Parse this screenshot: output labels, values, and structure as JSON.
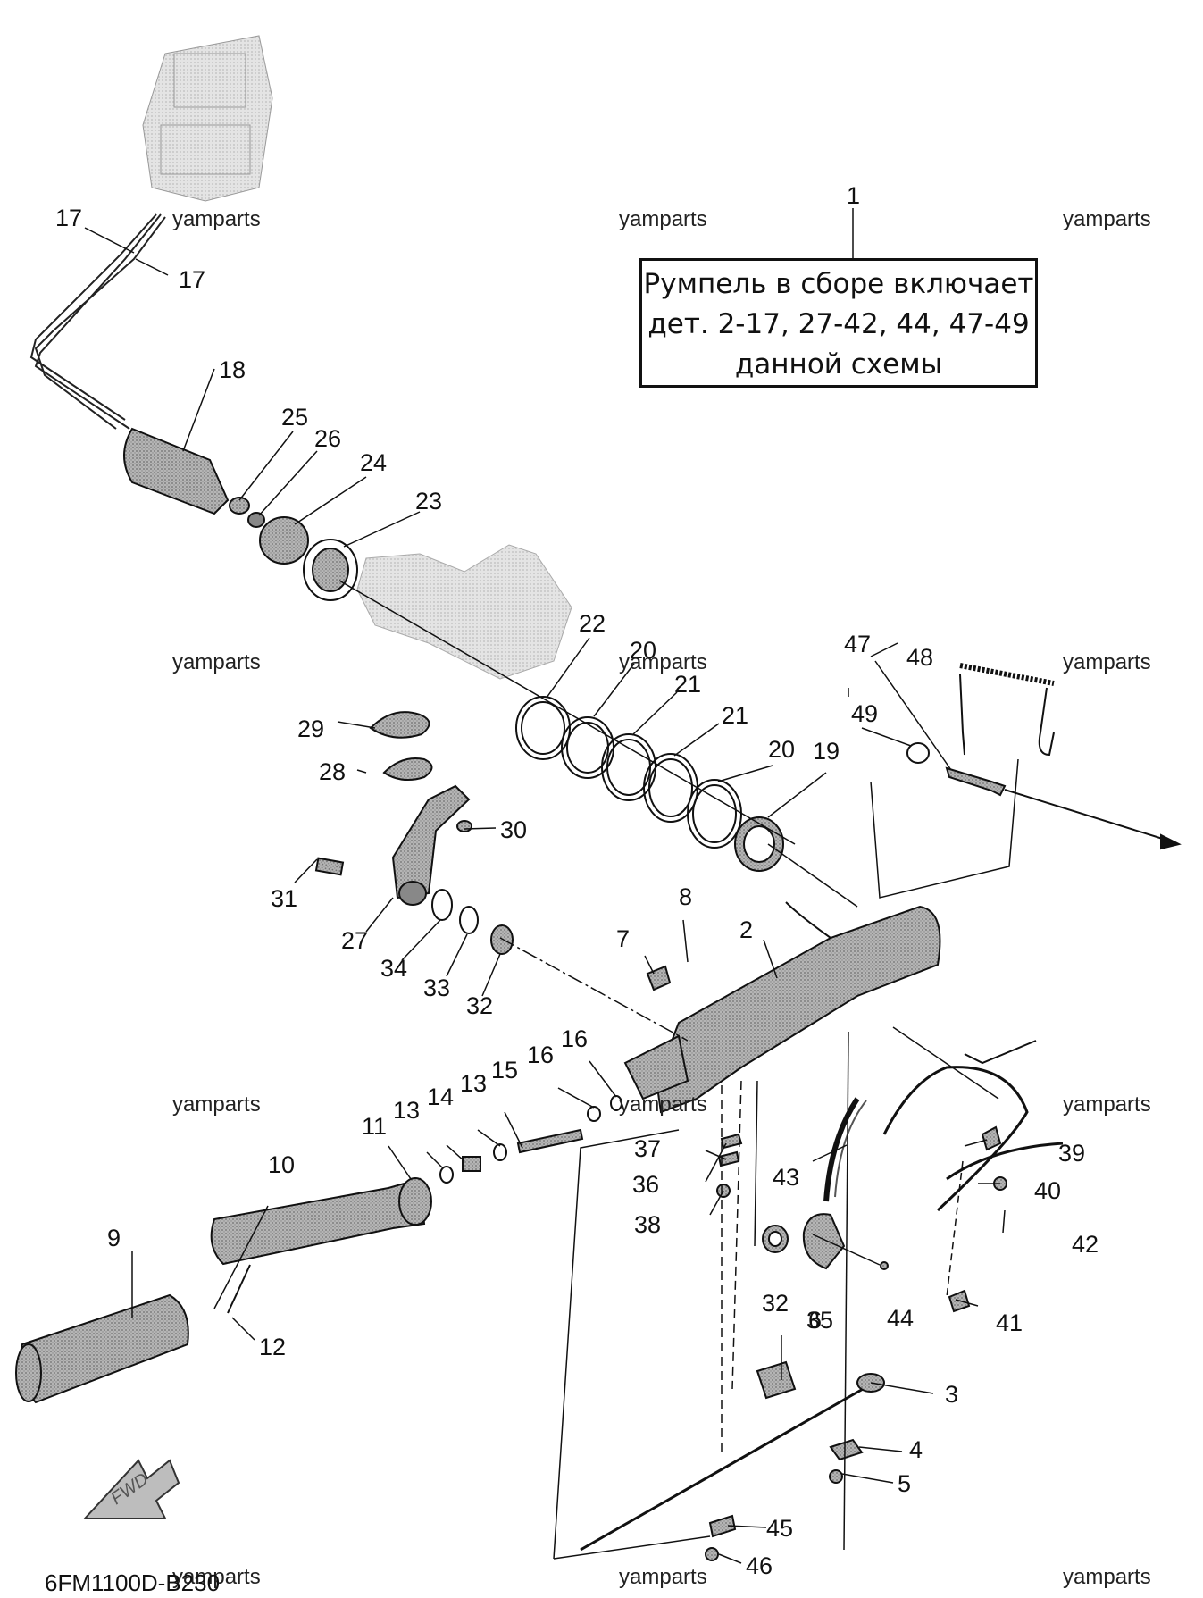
{
  "callout": {
    "number": "1",
    "lines": [
      "Румпель в сборе включает",
      "дет. 2-17, 27-42, 44, 47-49",
      "данной схемы"
    ]
  },
  "watermark": "yamparts",
  "diagram_code": "6FM1100D-B230",
  "fwd_label": "FWD",
  "part_labels": [
    "1",
    "2",
    "3",
    "4",
    "5",
    "6",
    "7",
    "8",
    "9",
    "10",
    "11",
    "12",
    "13",
    "13",
    "14",
    "15",
    "16",
    "16",
    "17",
    "17",
    "18",
    "19",
    "20",
    "20",
    "21",
    "21",
    "22",
    "23",
    "24",
    "25",
    "26",
    "27",
    "28",
    "29",
    "30",
    "31",
    "32",
    "32",
    "33",
    "34",
    "35",
    "36",
    "37",
    "38",
    "39",
    "40",
    "41",
    "42",
    "43",
    "44",
    "45",
    "46",
    "47",
    "48",
    "49"
  ],
  "colors": {
    "line": "#111111",
    "part_fill": "#9a9a9a",
    "ghost_fill": "#cfcfcf",
    "background": "#ffffff"
  }
}
